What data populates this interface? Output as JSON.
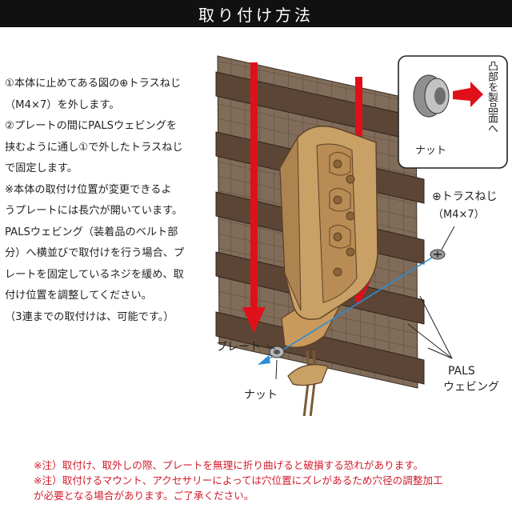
{
  "header": {
    "title": "取り付け方法"
  },
  "instructions": [
    "①本体に止めてある図の⊕トラスねじ",
    "（M4×7）を外します。",
    "②プレートの間にPALSウェビングを",
    "挟むように通し①で外したトラスねじ",
    "で固定します。",
    "※本体の取付け位置が変更できるよ",
    "うプレートには長穴が開いています。",
    "PALSウェビング（装着品のベルト部",
    "分）へ横並びで取付けを行う場合、プ",
    "レートを固定しているネジを緩め、取",
    "付け位置を調整してください。",
    "（3連までの取付けは、可能です。）"
  ],
  "inset": {
    "direction_label": "凸部を製品面へ",
    "nut_label": "ナット",
    "icon": "hex-nut-icon"
  },
  "labels": {
    "screw": "⊕トラスねじ",
    "screw_size": "（M4×7）",
    "plate": "プレート",
    "nut": "ナット",
    "pals_line1": "PALS",
    "pals_line2": "ウェビング"
  },
  "notes": [
    "※注）取付け、取外しの際、プレートを無理に折り曲げると破損する恐れがあります。",
    "※注）取付けるマウント、アクセサリーによっては穴位置にズレがあるため穴径の調整加工",
    "が必要となる場合があります。ご了承ください。"
  ],
  "colors": {
    "header_bg": "#111111",
    "arrow_red": "#e0101a",
    "note_red": "#d21a2a",
    "panel_brown": "#7d6a57",
    "webbing_brown": "#5a4434",
    "holster_tan": "#c9a066",
    "guide_blue": "#2a8ed6"
  }
}
